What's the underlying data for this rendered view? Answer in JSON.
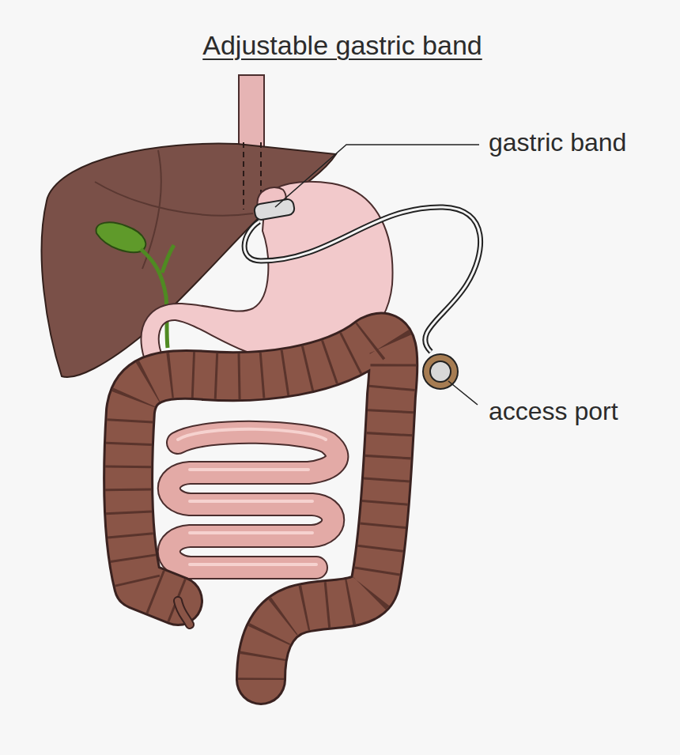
{
  "diagram": {
    "title": "Adjustable gastric band",
    "labels": [
      "gastric band",
      "access port"
    ]
  }
}
